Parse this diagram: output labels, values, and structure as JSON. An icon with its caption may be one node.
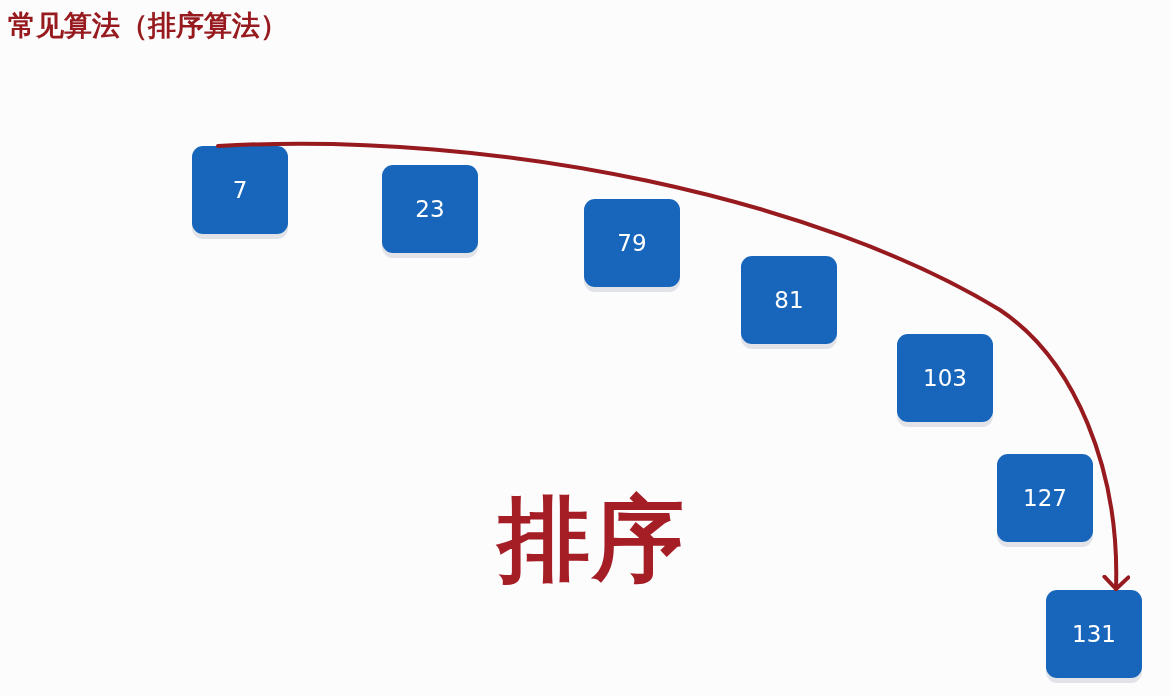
{
  "diagram": {
    "title": "常见算法（排序算法）",
    "nodes": [
      {
        "text": [
          "7"
        ]
      },
      {
        "text": [
          "23"
        ]
      },
      {
        "text": [
          "79"
        ]
      },
      {
        "text": [
          "81"
        ]
      },
      {
        "text": [
          "103"
        ]
      },
      {
        "text": [
          "127"
        ]
      },
      {
        "text": [
          "131"
        ]
      }
    ],
    "edges": [
      {
        "from": 0,
        "to": 6,
        "arrow": "to"
      }
    ],
    "labels": [
      "排序"
    ]
  }
}
